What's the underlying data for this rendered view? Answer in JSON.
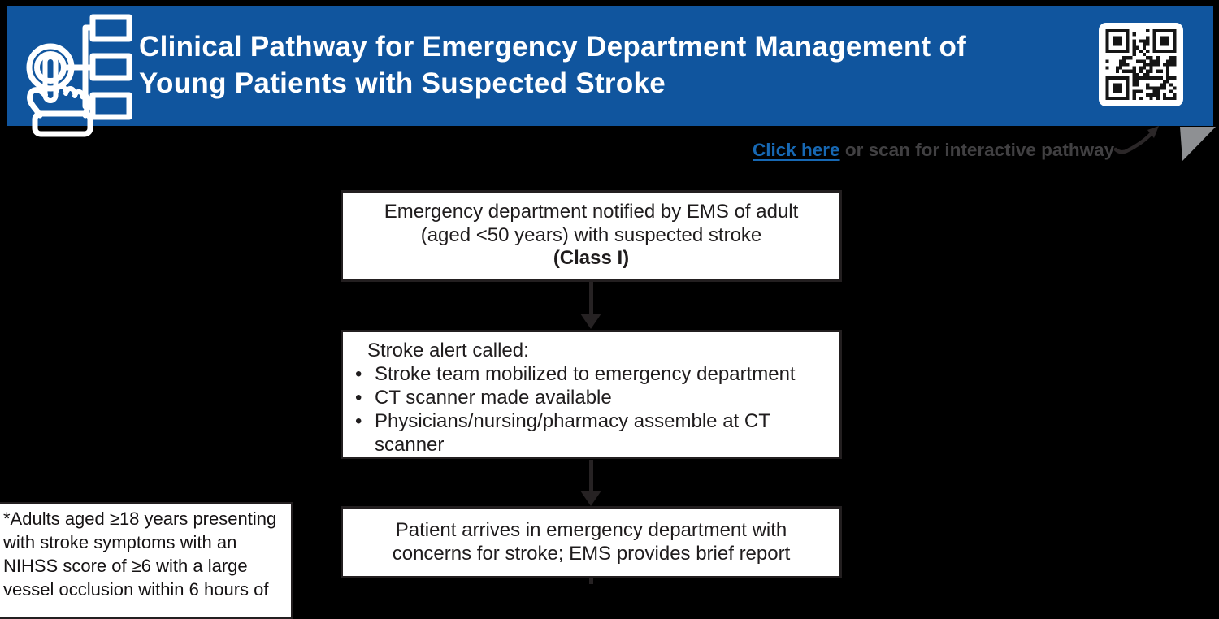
{
  "header": {
    "title_line1": "Clinical Pathway for Emergency Department Management of",
    "title_line2": "Young Patients with Suspected Stroke"
  },
  "cta": {
    "link_label": "Click here",
    "text_after_link": "or scan for interactive pathway"
  },
  "flowchart": {
    "boxes": [
      {
        "name": "ems-notification",
        "lines": [
          "Emergency department notified by EMS of adult",
          "(aged <50 years) with suspected stroke"
        ],
        "class_of_recommendation": "(Class I)"
      },
      {
        "name": "stroke-alert",
        "heading": "Stroke alert called:",
        "bullets": [
          "Stroke team mobilized to emergency department",
          "CT scanner made available",
          "Physicians/nursing/pharmacy assemble at CT scanner"
        ]
      },
      {
        "name": "patient-arrival",
        "lines": [
          "Patient arrives in emergency department with",
          "concerns for stroke; EMS provides brief report"
        ]
      }
    ]
  },
  "footnote": {
    "lines": [
      "*Adults aged ≥18 years presenting",
      "with stroke symptoms with an",
      "NIHSS score of ≥6 with a large",
      "vessel occlusion within 6 hours of"
    ]
  },
  "icons": {
    "touch_flowchart": "touch-flowchart-icon",
    "qr": "qr-code-icon",
    "swoosh_arrow": "curved-arrow-icon",
    "corner_fold": "corner-fold-triangle"
  },
  "colors": {
    "header_blue": "#10559E",
    "link_blue": "#1768B3",
    "text_gray": "#414042",
    "line_dark": "#231F20",
    "fold_gray": "#8E9093",
    "background": "#000000",
    "box_white": "#FFFFFF"
  }
}
